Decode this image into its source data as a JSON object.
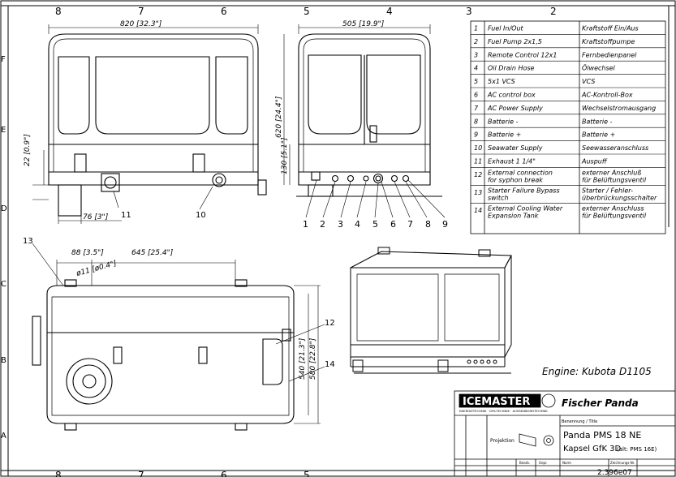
{
  "grid": {
    "cols_top": [
      "8",
      "7",
      "6",
      "5",
      "4",
      "3",
      "2"
    ],
    "cols_bottom": [
      "8",
      "7",
      "6",
      "5"
    ],
    "rows": [
      "F",
      "E",
      "D",
      "C",
      "B",
      "A"
    ]
  },
  "views": {
    "top_left": {
      "width_dim": "820 [32.3\"]",
      "height_dim": "22 [0.9\"]",
      "offset_dim": "76 [3\"]",
      "callout_11": "11",
      "callout_10": "10"
    },
    "top_right": {
      "width_dim": "505 [19.9\"]",
      "height_dim": "620 [24.4\"]",
      "height2_dim": "130 [5.1\"]",
      "callouts": [
        "1",
        "2",
        "3",
        "4",
        "5",
        "6",
        "7",
        "8",
        "9"
      ]
    },
    "plan": {
      "dim_a": "88 [3.5\"]",
      "dim_b": "645 [25.4\"]",
      "dim_dia": "ø11 [ø0.4\"]",
      "dim_c": "540 [21.3\"]",
      "dim_d": "580 [22.8\"]",
      "callout_13": "13",
      "callout_12": "12",
      "callout_14": "14"
    }
  },
  "legend": [
    {
      "no": "1",
      "en": "Fuel In/Out",
      "de": "Kraftstoff Ein/Aus"
    },
    {
      "no": "2",
      "en": "Fuel Pump 2x1,5",
      "de": "Kraftstoffpumpe"
    },
    {
      "no": "3",
      "en": "Remote Control 12x1",
      "de": "Fernbedienpanel"
    },
    {
      "no": "4",
      "en": "Oil Drain Hose",
      "de": "Ölwechsel"
    },
    {
      "no": "5",
      "en": "5x1 VCS",
      "de": "VCS"
    },
    {
      "no": "6",
      "en": "AC control box",
      "de": "AC-Kontroll-Box"
    },
    {
      "no": "7",
      "en": "AC Power Supply",
      "de": "Wechselstromausgang"
    },
    {
      "no": "8",
      "en": "Batterie -",
      "de": "Batterie -"
    },
    {
      "no": "9",
      "en": "Batterie +",
      "de": "Batterie +"
    },
    {
      "no": "10",
      "en": "Seawater Supply",
      "de": "Seewasseranschluss"
    },
    {
      "no": "11",
      "en": "Exhaust 1 1/4\"",
      "de": "Auspuff"
    },
    {
      "no": "12",
      "en": "External connection|for syphon break",
      "de": "externer Anschluß|für Belüftungsventil"
    },
    {
      "no": "13",
      "en": "Starter Failure Bypass|switch",
      "de": "Starter / Fehler-|überbrückungsschalter"
    },
    {
      "no": "14",
      "en": "External Cooling Water|Expansion Tank",
      "de": "externer Anschluss|für Belüftungsventil"
    }
  ],
  "engine_label": "Engine: Kubota D1105",
  "title_block": {
    "brand": "ICEMASTER",
    "brand_sub": "ENERGIETECHNIK · GFK-TECHNIK · AUSSENBORDTECHNIK",
    "brand2": "Fischer Panda",
    "label_benennung": "Benennung / Title",
    "title1": "Panda PMS 18 NE",
    "title2": "Kapsel GfK 3D",
    "title2b": "(alt: PMS 16E)",
    "projektion": "Projektion",
    "col_labels": [
      "Bearb.",
      "Gepr.",
      "Norm"
    ],
    "drawing_no_label": "Zeichnungs-Nr.",
    "drawing_no": "2.396e07"
  }
}
